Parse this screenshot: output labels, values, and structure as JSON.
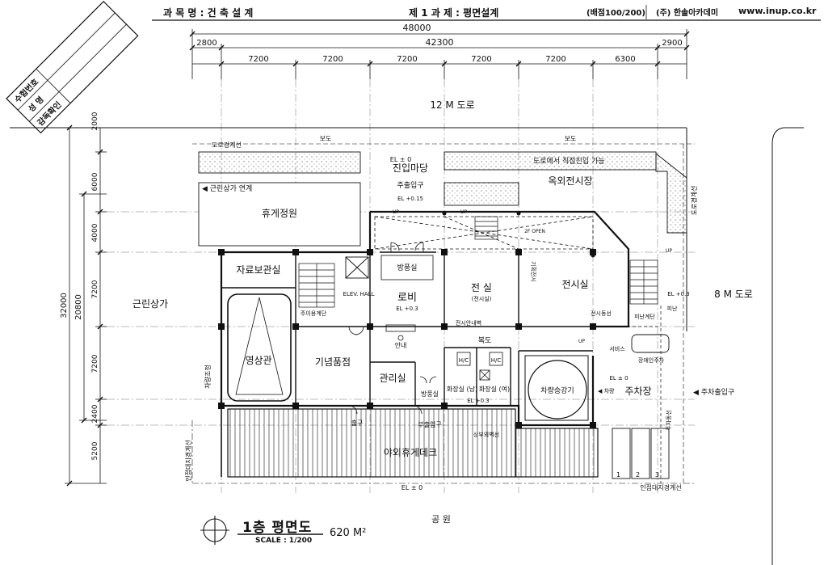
{
  "header": {
    "subject": "과 목 명 : 건 축 설 계",
    "assignment": "제 1 과 제 : 평면설계",
    "score": "(배점100/200)",
    "publisher": "(주) 한솔아카데미",
    "website": "www.inup.co.kr"
  },
  "stamp": {
    "exam_number": "수험번호",
    "name": "성 명",
    "supervisor": "감독확인"
  },
  "dimensions": {
    "top_total": "48000",
    "top_inner": "42300",
    "top_left_margin": "2800",
    "top_right_margin": "2900",
    "top_bays": [
      "7200",
      "7200",
      "7200",
      "7200",
      "7200",
      "6300"
    ],
    "left_total": "32000",
    "left_inner": "20800",
    "left_segments": [
      "2000",
      "6000",
      "4000",
      "7200",
      "7200",
      "2400",
      "5200"
    ]
  },
  "site": {
    "road_12m": "12 M 도로",
    "road_8m": "8 M 도로",
    "park": "공 원",
    "neighbor_commercial": "근린상가",
    "road_boundary": "도로경계선",
    "sidewalk_left": "보도",
    "sidewalk_right": "보도",
    "adjacent_boundary_bottom": "인접대지경계선",
    "adjacent_boundary_left": "인접대지경계선",
    "road_boundary_right": "도로경계선",
    "el_top": "EL ± 0",
    "el_bottom": "EL ± 0"
  },
  "rooms": {
    "entry_plaza": "진입마당",
    "entry_plaza_el": "EL ± 0",
    "main_entrance": "주출입구",
    "main_entrance_el": "EL +0.15",
    "rest_garden": "휴게정원",
    "neighbor_link": "◀ 근린상가 연계",
    "outdoor_exhibition": "옥외전시장",
    "direct_entry_note": "도로에서 직접진입 가능",
    "archive": "자료보관실",
    "elevator": "ELEV. HALL",
    "windbreak": "방풍실",
    "lobby": "로비",
    "lobby_el": "EL +0.3",
    "exhibit_room_1": "전 실",
    "exhibit_room_1_sub": "(전시실)",
    "exhibit_room_2": "전시실",
    "exhibit_hall_label": "기획전시",
    "exhibit_guide": "전시안내벽",
    "exhibit_flow": "전시동선",
    "void_note": "2F OPEN",
    "cinema": "영상관",
    "souvenir_shop": "기념품점",
    "info": "안내",
    "management": "관리실",
    "corridor": "복도",
    "hc_1": "H/C",
    "hc_2": "H/C",
    "restroom_m": "화장실 (남)",
    "restroom_f": "화장실 (여)",
    "restroom_el": "EL +0.3",
    "windbreak_2": "방풍실",
    "vehicle_lift": "차량승강기",
    "parking": "주차장",
    "parking_el": "EL ± 0",
    "vehicle_entry": "◀ 주차출입구",
    "vehicle_label": "◀ 차량",
    "service_label": "서비스",
    "disabled_parking": "장애인주차",
    "evac_stair": "피난계단",
    "evac_label": "피난",
    "evac_el": "EL +0.3",
    "user_stair": "주이용계단",
    "outdoor_deck": "야외휴게데크",
    "rear_entrance": "부출입구",
    "side_entrance": "출구",
    "deck_link": "상부외벽선",
    "vehicle_boundary": "차량조정",
    "parking_nums": [
      "1",
      "2",
      "3"
    ],
    "up_labels": [
      "UP",
      "UP",
      "UP",
      "UP"
    ],
    "hatch_note": "주차동선"
  },
  "title_block": {
    "name": "1층 평면도",
    "scale": "SCALE : 1/200",
    "area": "620 M²"
  }
}
